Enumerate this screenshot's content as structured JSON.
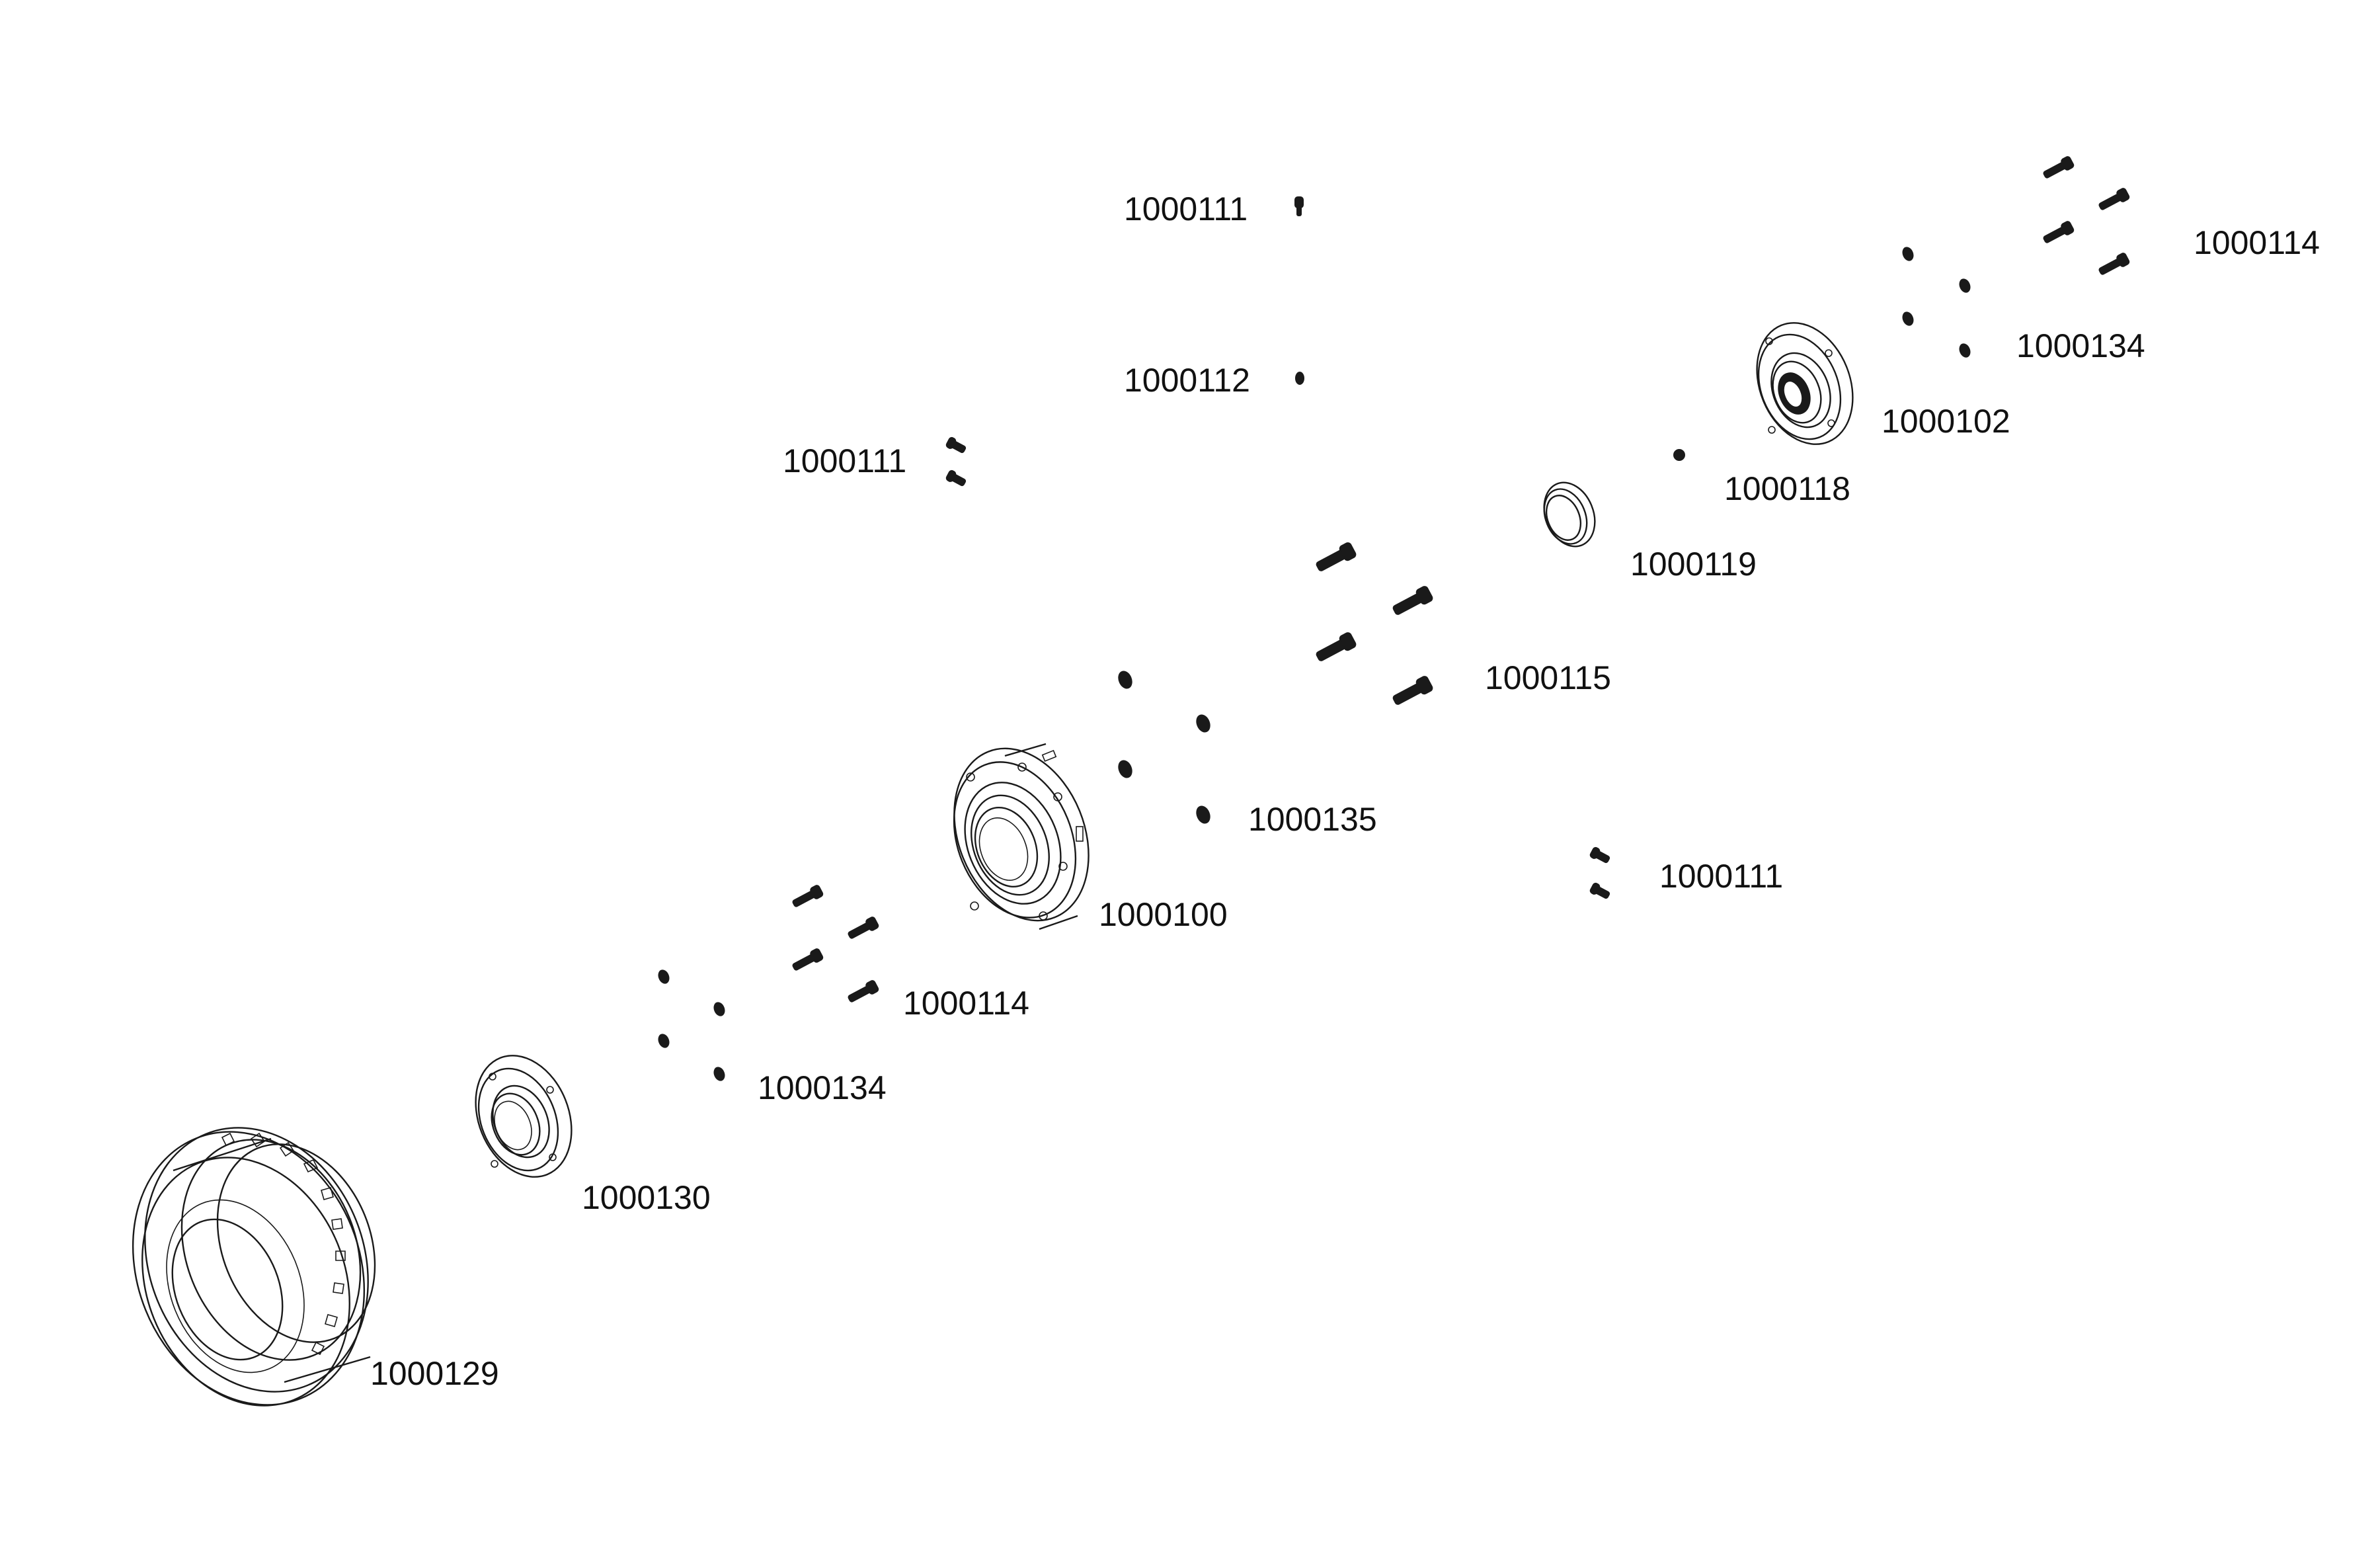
{
  "labels": {
    "bolt_top": "1000111",
    "pin_top": "1000112",
    "bolts_left": "1000111",
    "bolts_right": "1000111",
    "screws_top_right": "1000114",
    "washers_top_right": "1000134",
    "cover_top_right": "1000102",
    "ball": "1000118",
    "seal": "1000119",
    "bolts_large": "1000115",
    "washers_center": "1000135",
    "housing": "1000100",
    "screws_lower": "1000114",
    "washers_lower": "1000134",
    "cover_lower": "1000130",
    "gear": "1000129"
  }
}
